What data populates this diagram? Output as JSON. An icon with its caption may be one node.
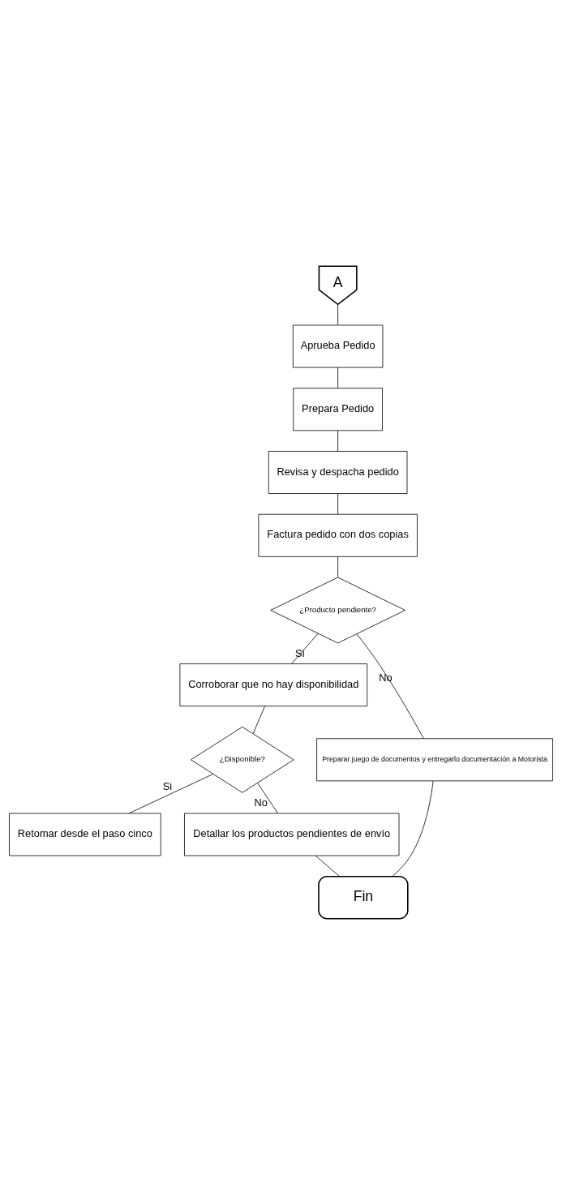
{
  "diagram": {
    "nodes": [
      {
        "text": [
          "A"
        ]
      },
      {
        "text": [
          "Aprueba Pedido"
        ]
      },
      {
        "text": [
          "Prepara Pedido"
        ]
      },
      {
        "text": [
          "Revisa y despacha pedido"
        ]
      },
      {
        "text": [
          "Factura pedido con dos copias"
        ]
      },
      {
        "text": [
          "¿Producto pendiente?"
        ]
      },
      {
        "text": [
          "Corroborar que no hay disponibilidad"
        ]
      },
      {
        "text": [
          "Preparar juego de documentos y entregarlo documentación a Motorista"
        ]
      },
      {
        "text": [
          "¿Disponible?"
        ]
      },
      {
        "text": [
          "Retomar desde el paso cinco"
        ]
      },
      {
        "text": [
          "Detallar los productos pendientes de envío"
        ]
      },
      {
        "text": [
          "Fin"
        ]
      }
    ],
    "edges": [
      {
        "from": 0,
        "to": 1,
        "arrow": "none"
      },
      {
        "from": 1,
        "to": 2,
        "arrow": "none"
      },
      {
        "from": 2,
        "to": 3,
        "arrow": "none"
      },
      {
        "from": 3,
        "to": 4,
        "arrow": "none"
      },
      {
        "from": 4,
        "to": 5,
        "arrow": "none"
      },
      {
        "from": 5,
        "to": 6,
        "arrow": "none",
        "label": "Si"
      },
      {
        "from": 5,
        "to": 7,
        "arrow": "none",
        "label": "No"
      },
      {
        "from": 6,
        "to": 8,
        "arrow": "none"
      },
      {
        "from": 8,
        "to": 9,
        "arrow": "none",
        "label": "Si"
      },
      {
        "from": 8,
        "to": 10,
        "arrow": "none",
        "label": "No"
      },
      {
        "from": 10,
        "to": 11,
        "arrow": "none"
      },
      {
        "from": 7,
        "to": 11,
        "arrow": "none"
      }
    ]
  }
}
